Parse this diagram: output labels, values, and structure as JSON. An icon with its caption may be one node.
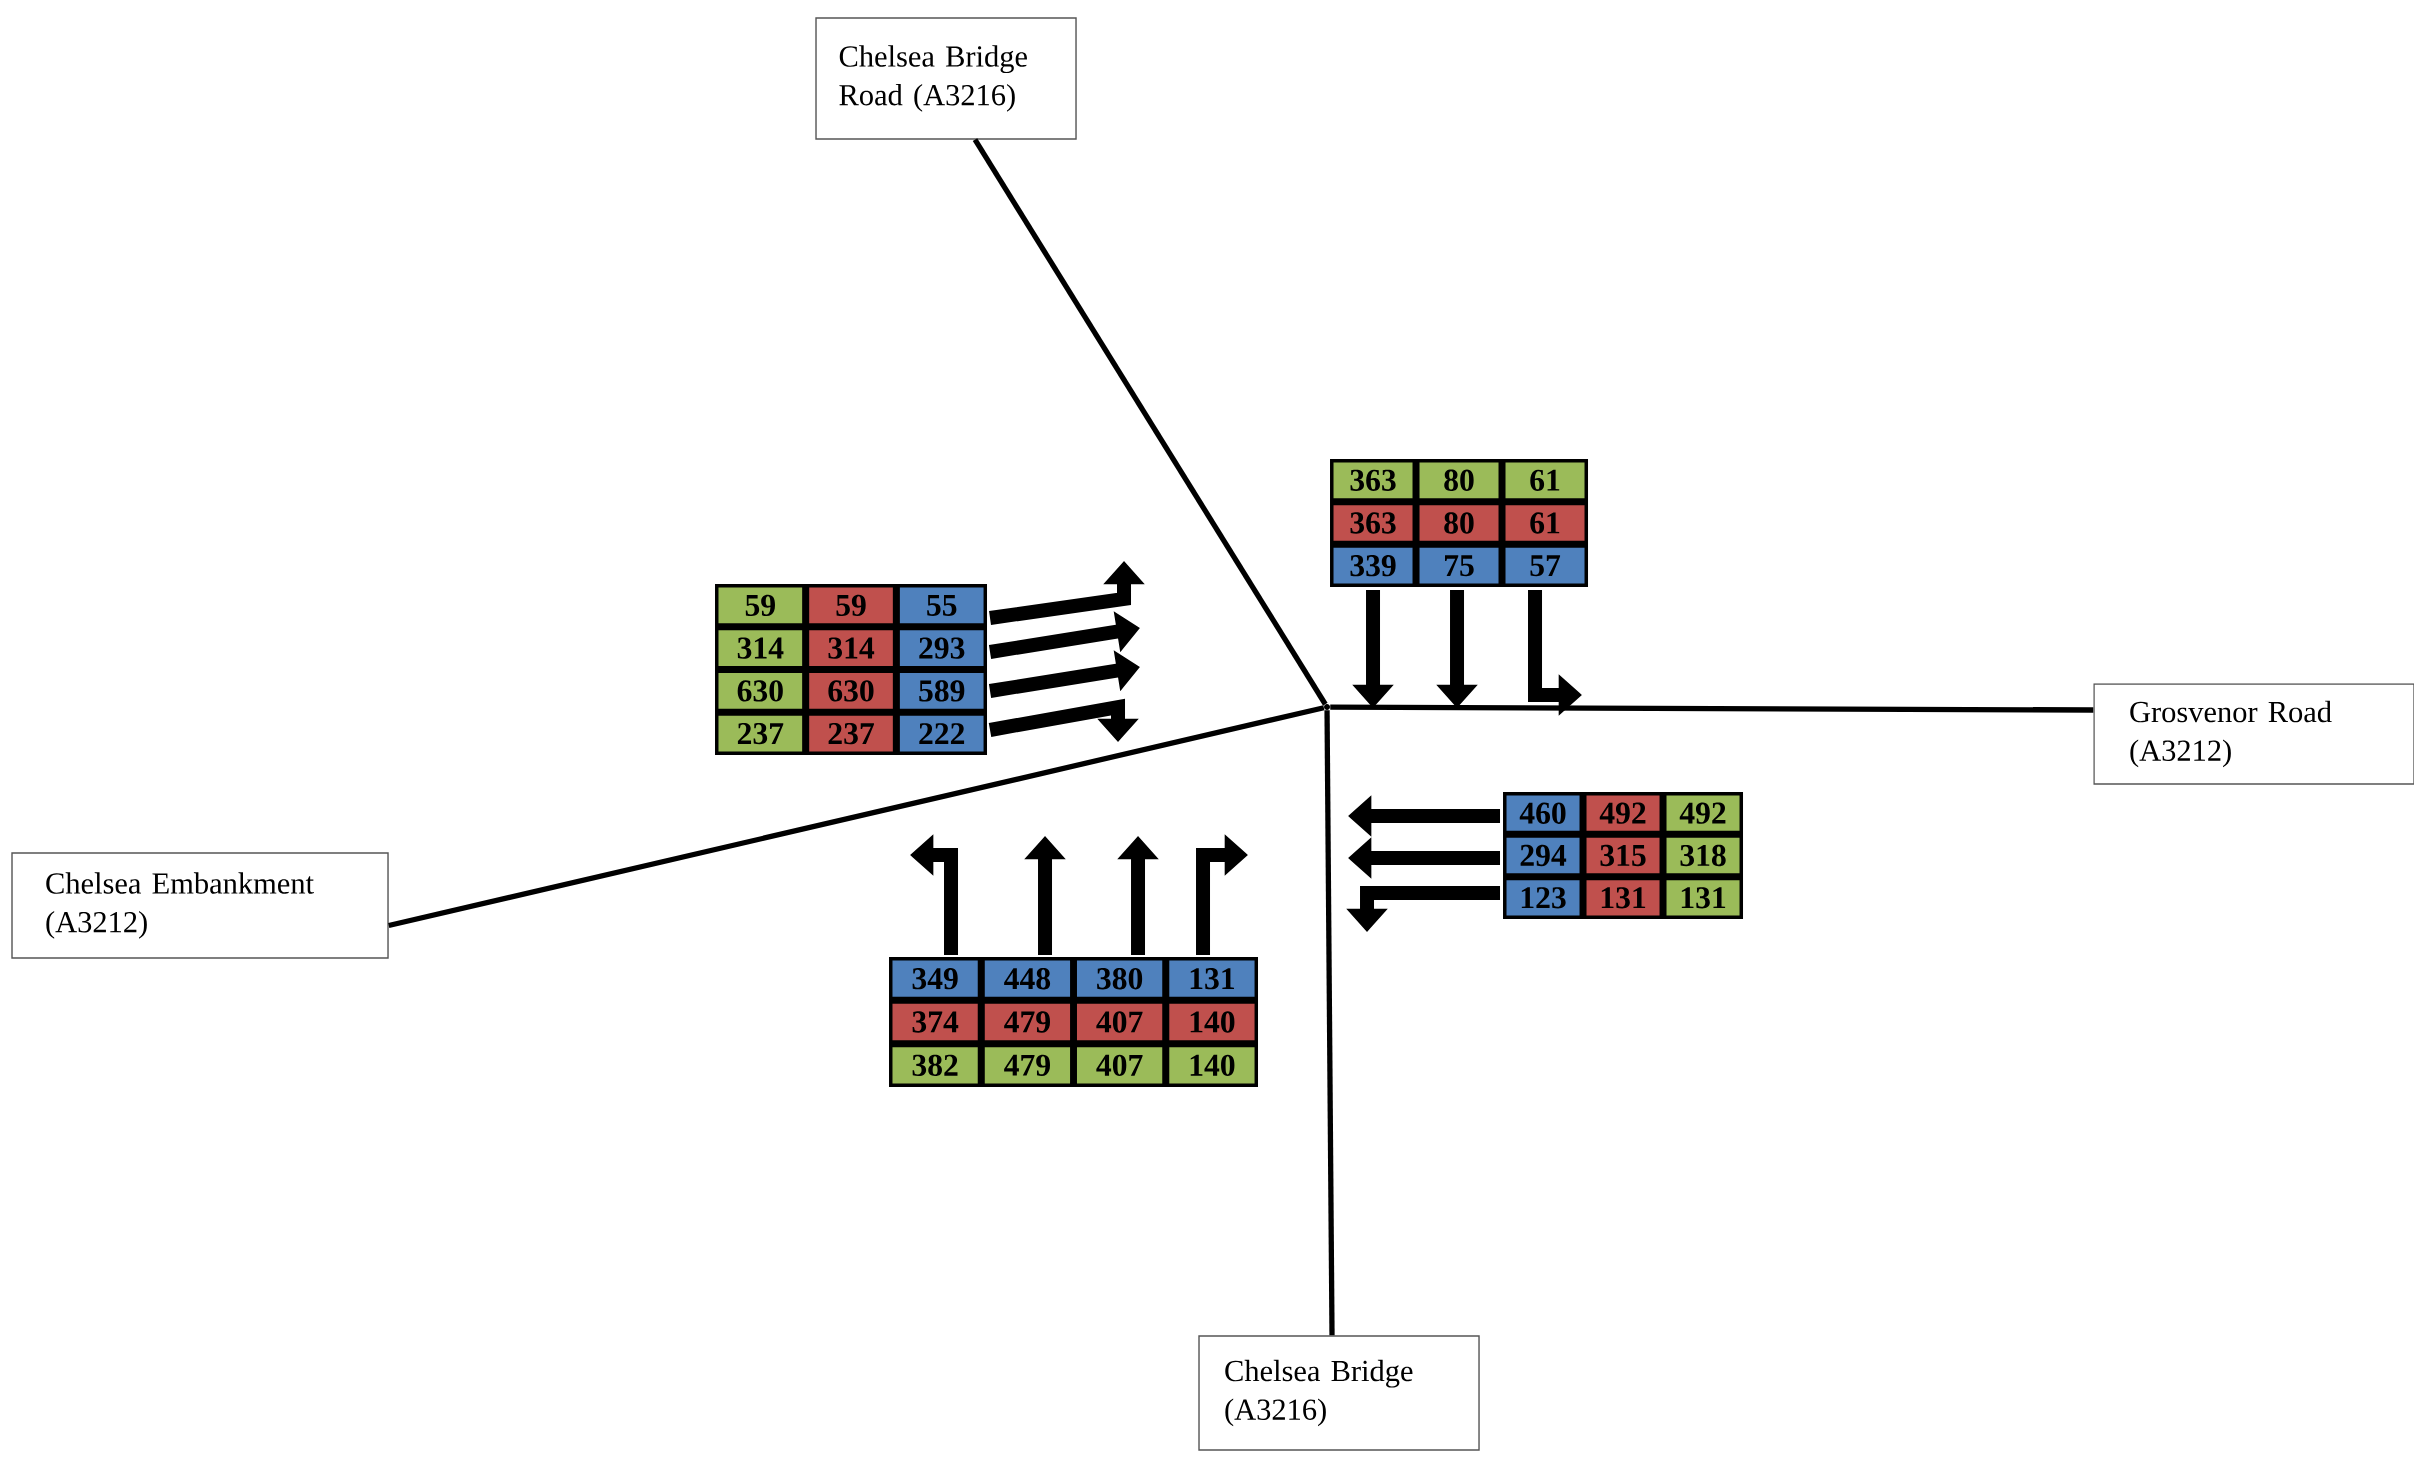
{
  "diagram": {
    "nodes": [
      {
        "text": [
          "Chelsea Bridge Road (A3216)"
        ]
      },
      {
        "text": [
          "Grosvenor Road (A3212)"
        ]
      },
      {
        "text": [],
        "shape": "point"
      },
      {
        "text": [
          "Chelsea Embankment (A3212)"
        ]
      },
      {
        "text": [
          "Chelsea Bridge (A3216)"
        ]
      }
    ],
    "edges": [
      {
        "from": 2,
        "to": 0,
        "arrow": "none"
      },
      {
        "from": 2,
        "to": 1,
        "arrow": "none"
      },
      {
        "from": 2,
        "to": 3,
        "arrow": "none"
      },
      {
        "from": 2,
        "to": 4,
        "arrow": "none"
      }
    ],
    "labels": [
      "363",
      "80",
      "61",
      "363",
      "80",
      "61",
      "339",
      "75",
      "57",
      "59",
      "59",
      "55",
      "314",
      "314",
      "293",
      "630",
      "630",
      "589",
      "237",
      "237",
      "222",
      "460",
      "492",
      "492",
      "294",
      "315",
      "318",
      "123",
      "131",
      "131",
      "349",
      "448",
      "380",
      "131",
      "374",
      "479",
      "407",
      "140",
      "382",
      "479",
      "407",
      "140"
    ]
  }
}
